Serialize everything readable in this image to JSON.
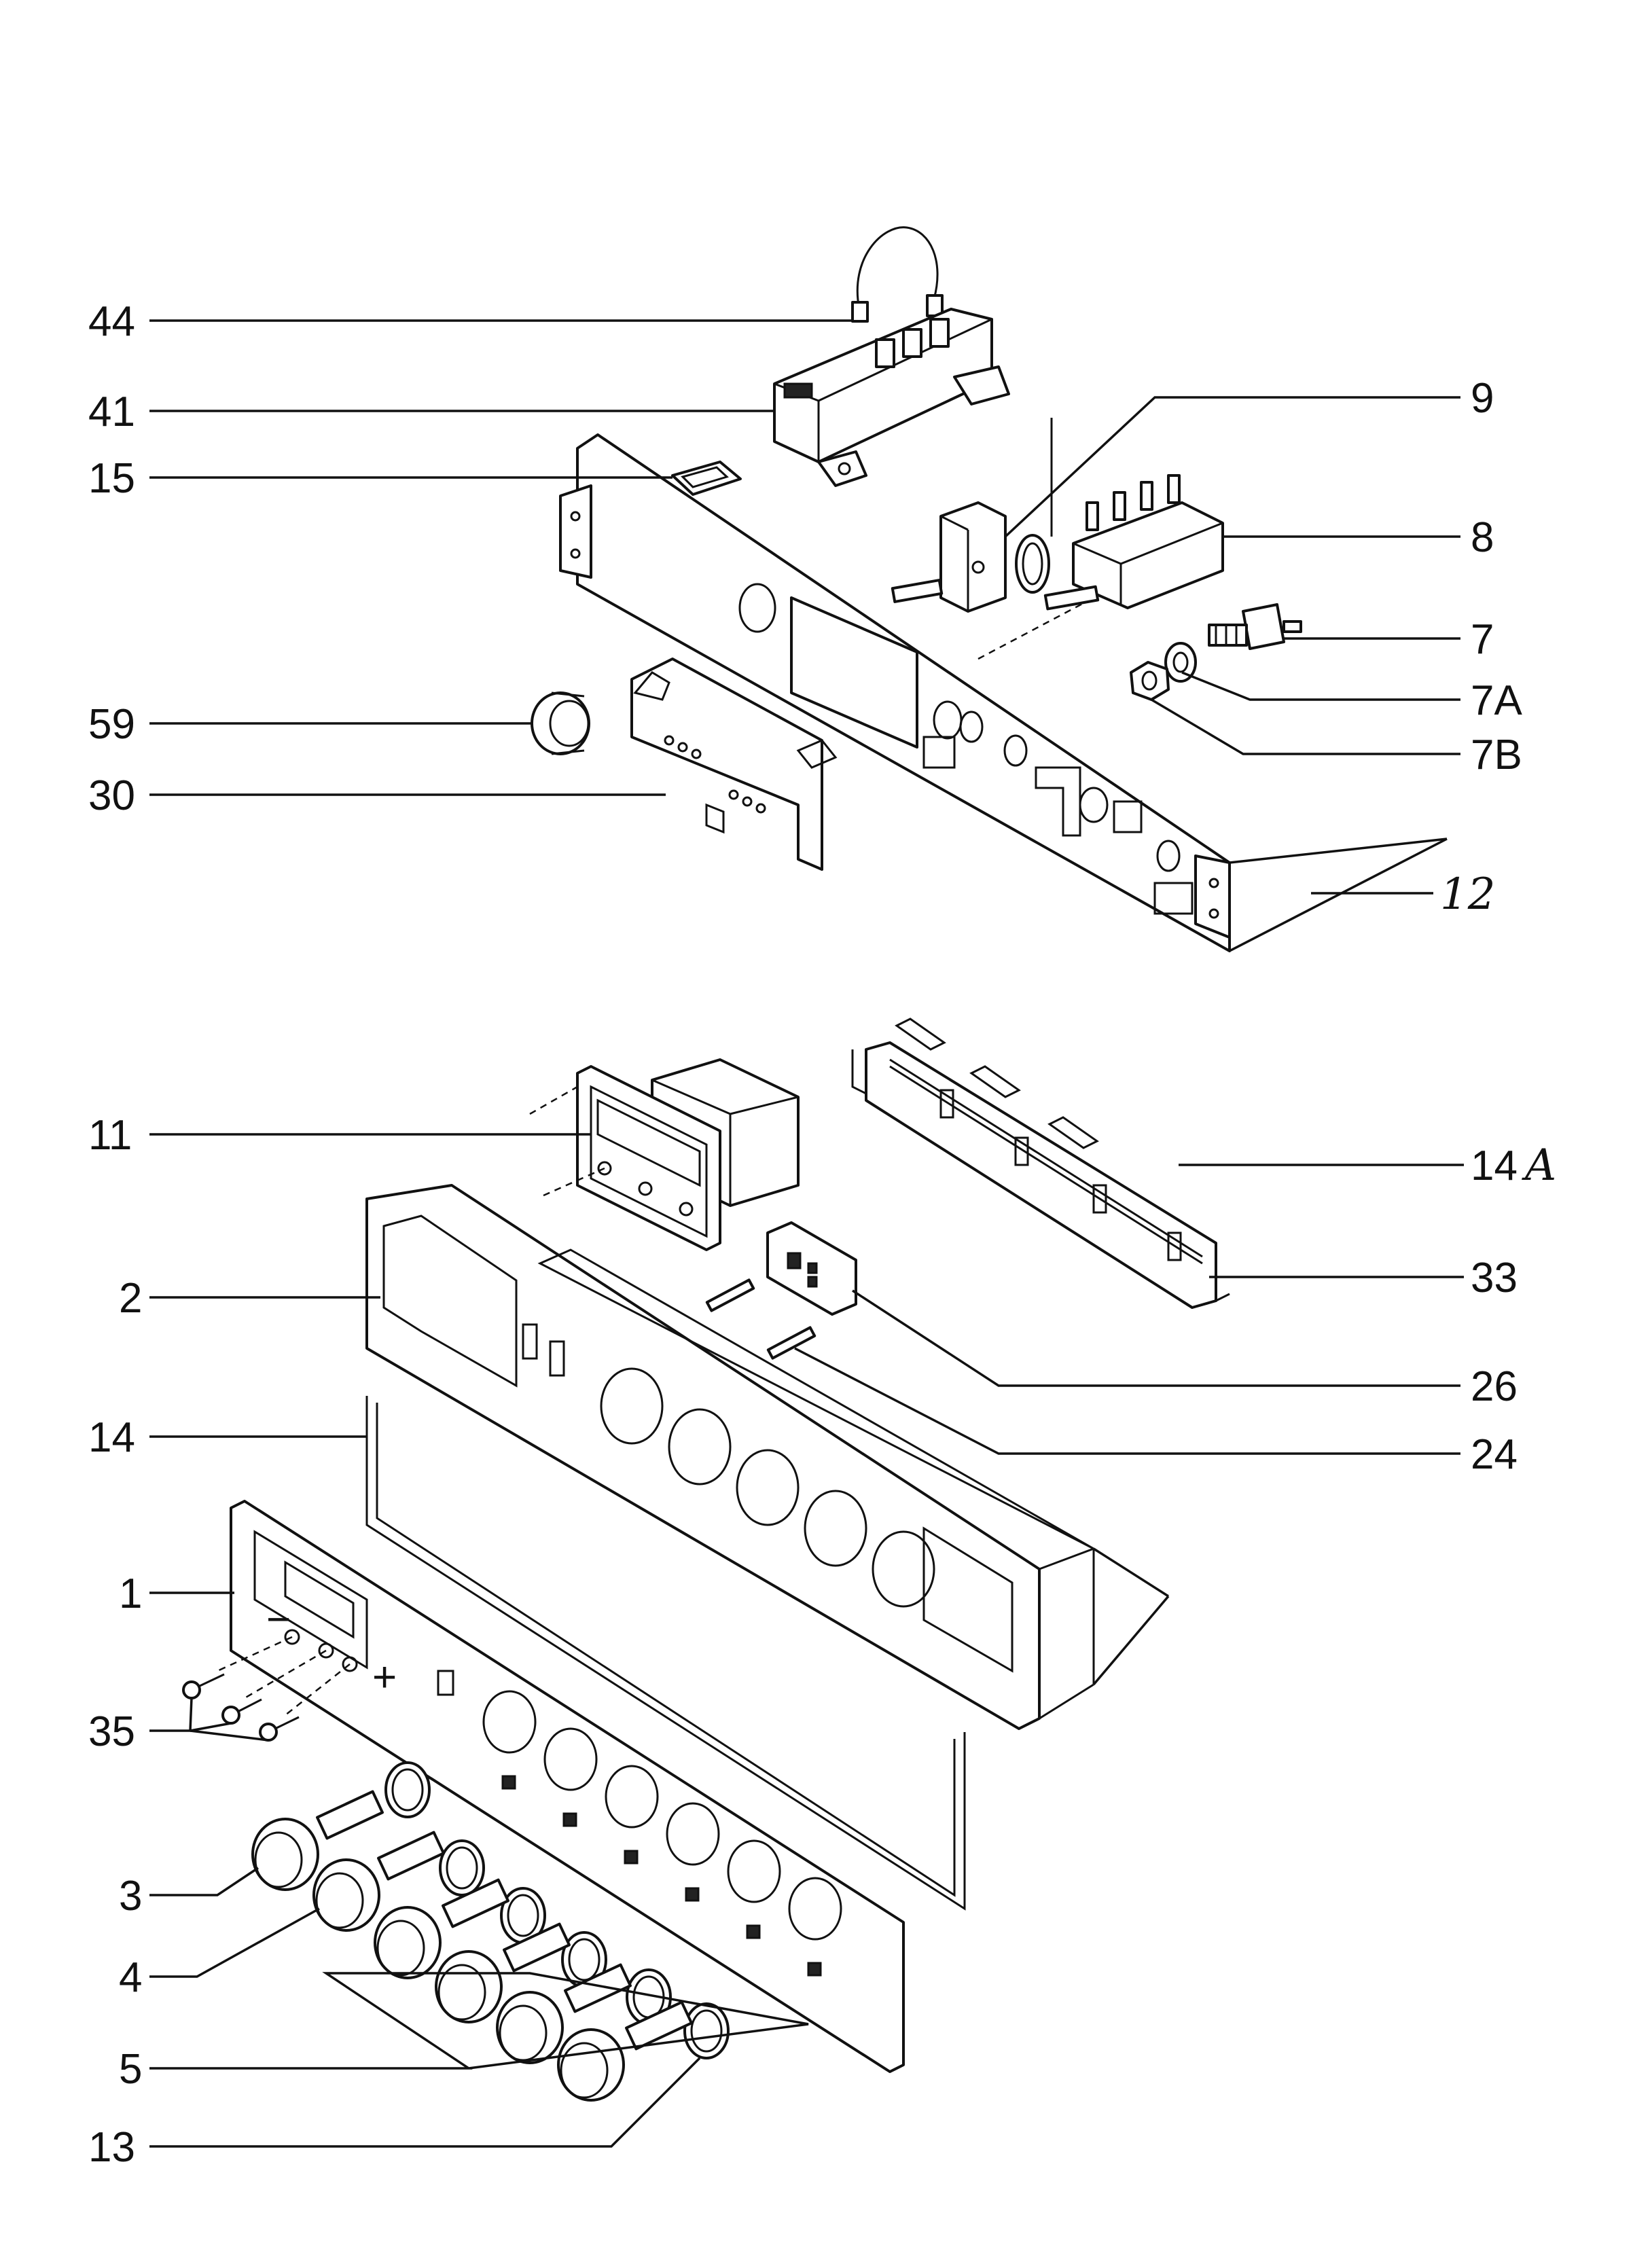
{
  "labels": {
    "l44": "44",
    "l41": "41",
    "l15": "15",
    "l59": "59",
    "l30": "30",
    "l9": "9",
    "l8": "8",
    "l7": "7",
    "l7A": "7A",
    "l7B": "7B",
    "l12": "12",
    "l11": "11",
    "l2": "2",
    "l14": "14",
    "l1": "1",
    "l35": "35",
    "l3": "3",
    "l4": "4",
    "l5": "5",
    "l13": "13",
    "l14A": "14",
    "l14A_suffix": "A",
    "l33": "33",
    "l26": "26",
    "l24": "24"
  },
  "panel_marks": {
    "minus": "−",
    "plus": "+"
  }
}
